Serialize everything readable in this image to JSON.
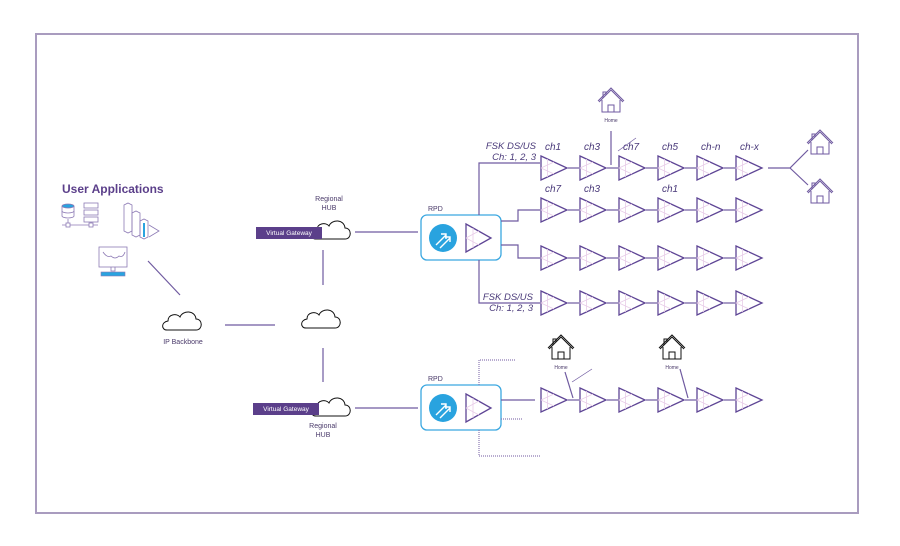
{
  "diagram": {
    "title": "User Applications",
    "colors": {
      "frame": "#a99cbf",
      "accent": "#5b3f8a",
      "line": "#6f5aa0",
      "rpd_border": "#3aa7e0",
      "rpd_icon": "#29a3df",
      "gateway": "#5b3f8a"
    },
    "icons": [
      "database-server-icon",
      "bar-chart-icon",
      "monitor-icon"
    ],
    "nodes": {
      "ip_backbone": "IP Backbone",
      "regional_hub_top": {
        "line1": "Regional",
        "line2": "HUB",
        "gateway": "Virtual Gateway"
      },
      "regional_hub_bottom": {
        "line1": "Regional",
        "line2": "HUB",
        "gateway": "Virtual Gateway"
      },
      "rpd_top": "RPD",
      "rpd_bottom": "RPD"
    },
    "fsk_top": {
      "line1": "FSK DS/US",
      "line2": "Ch: 1, 2, 3"
    },
    "fsk_bottom": {
      "line1": "FSK DS/US",
      "line2": "Ch: 1, 2, 3"
    },
    "rows": [
      {
        "id": "row1",
        "amplifiers": 6,
        "channels": [
          "ch1",
          "ch3",
          "ch7",
          "ch5",
          "ch-n",
          "ch-x"
        ]
      },
      {
        "id": "row2",
        "amplifiers": 6,
        "channels": [
          "ch7",
          "ch3",
          "",
          "ch1",
          "",
          ""
        ]
      },
      {
        "id": "row3",
        "amplifiers": 6,
        "channels": [
          "",
          "",
          "",
          "",
          "",
          ""
        ]
      },
      {
        "id": "row4",
        "amplifiers": 6,
        "channels": [
          "",
          "",
          "",
          "",
          "",
          ""
        ]
      },
      {
        "id": "row5",
        "amplifiers": 6,
        "channels": [
          "",
          "",
          "",
          "",
          "",
          ""
        ]
      }
    ],
    "home_label": "Home"
  }
}
